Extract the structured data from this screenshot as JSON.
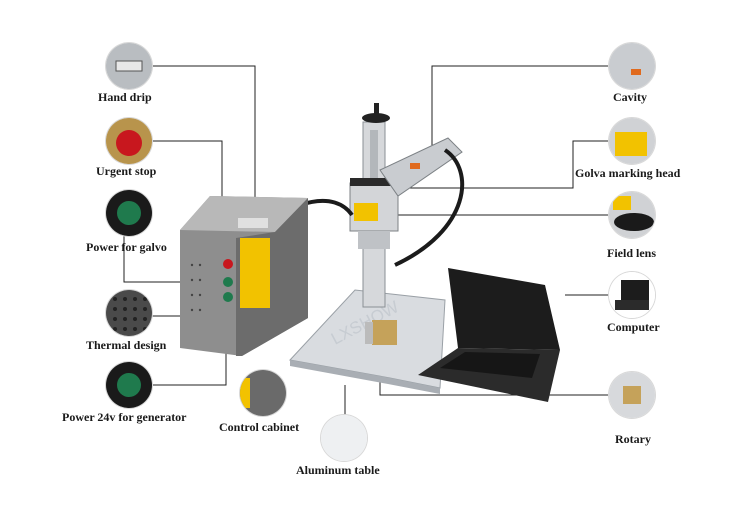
{
  "watermark": "LXSHOW",
  "labels": {
    "hand_drip": "Hand drip",
    "urgent_stop": "Urgent stop",
    "power_galvo": "Power for galvo",
    "thermal_design": "Thermal design",
    "power_24v": "Power 24v for generator",
    "control_cabinet": "Control cabinet",
    "aluminum_table": "Aluminum table",
    "cavity": "Cavity",
    "golva_marking_head": "Golva marking head",
    "field_lens": "Field lens",
    "computer": "Computer",
    "rotary": "Rotary"
  },
  "colors": {
    "cabinet_body": "#8e8e8e",
    "caution_yellow": "#f2c200",
    "stop_red": "#c8171e",
    "green_button": "#1f7a4d",
    "laptop": "#1c1c1c",
    "leader_line": "#222222"
  }
}
